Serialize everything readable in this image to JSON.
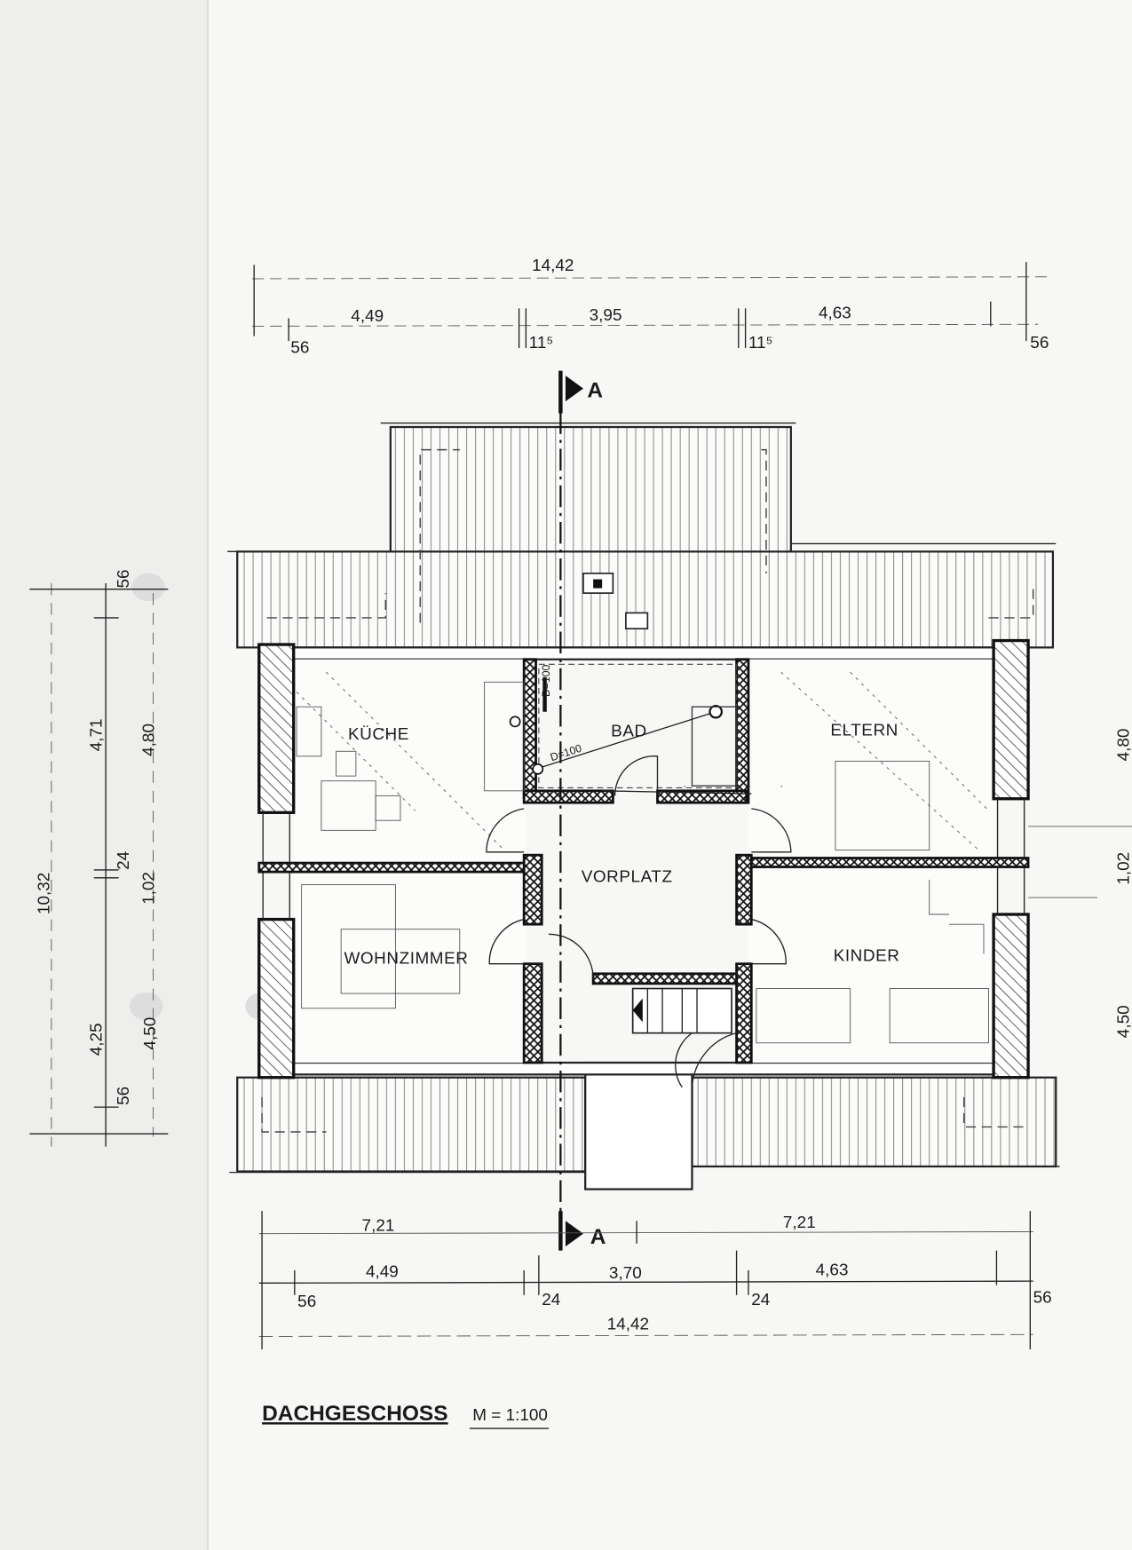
{
  "plan": {
    "title": "DACHGESCHOSS",
    "scale": "M = 1:100",
    "section_marker": "A",
    "rooms": {
      "kueche": "KÜCHE",
      "bad": "BAD",
      "eltern": "ELTERN",
      "vorplatz": "VORPLATZ",
      "wohnzimmer": "WOHNZIMMER",
      "kinder": "KINDER"
    },
    "annotations": {
      "bad_d1": "D=100",
      "bad_d2": "D=100"
    }
  },
  "dimensions": {
    "top": {
      "overall": "14,42",
      "left_room": "4,49",
      "middle": "3,95",
      "right_room": "4,63",
      "left_wall": "56",
      "inner_left": "11⁵",
      "inner_right": "11⁵",
      "right_wall": "56"
    },
    "left": {
      "overall": "10,32",
      "upper_outer": "4,71",
      "upper_inner": "4,80",
      "mid_wall": "24",
      "mid_inner": "1,02",
      "lower_outer": "4,25",
      "lower_inner": "4,50",
      "top_wall": "56",
      "bottom_wall": "56"
    },
    "right": {
      "upper": "4,80",
      "middle": "1,02",
      "lower": "4,50"
    },
    "bottom": {
      "half_left": "7,21",
      "half_right": "7,21",
      "left_room": "4,49",
      "middle": "3,70",
      "right_room": "4,63",
      "left_wall": "56",
      "inner_left": "24",
      "inner_right": "24",
      "right_wall": "56",
      "overall": "14,42"
    }
  }
}
